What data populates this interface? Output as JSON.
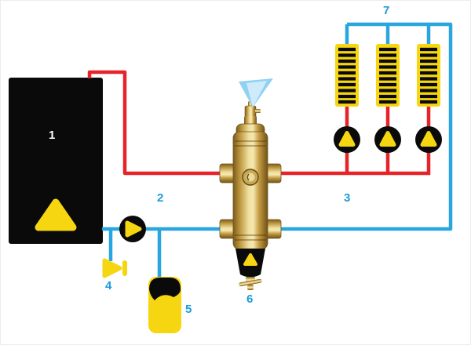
{
  "diagram": {
    "labels": {
      "boiler": "1",
      "boiler_pump": "2",
      "circuit_pumps": "3",
      "fill_valve": "4",
      "vessel": "5",
      "separator": "6",
      "circuits": "7"
    },
    "colors": {
      "supply_red": "#e62329",
      "return_blue": "#2aa6df",
      "accent_yellow": "#f6d511",
      "label_blue": "#1b9cd8",
      "spray_blue": "#8fd2f3"
    }
  }
}
